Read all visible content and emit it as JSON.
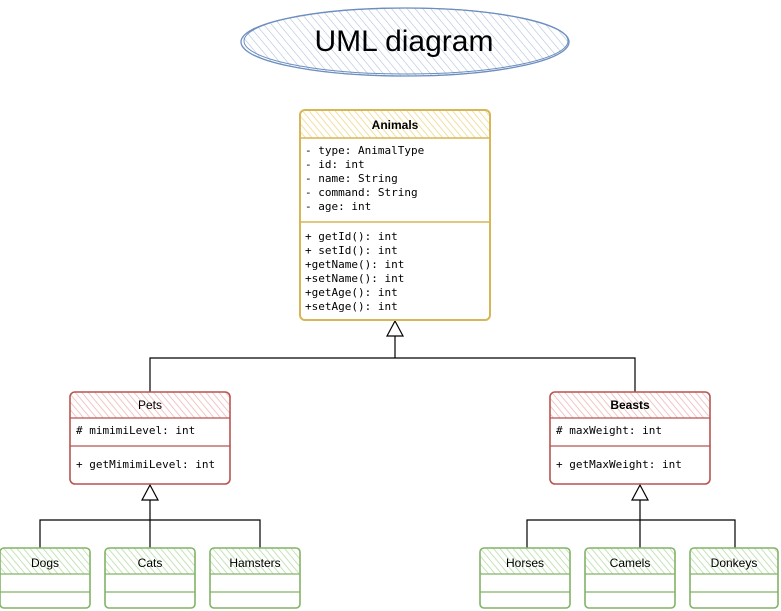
{
  "title": "UML diagram",
  "colors": {
    "title_stroke": "#6c8ebf",
    "title_fill": "#dae8fc",
    "animals_stroke": "#d6b656",
    "animals_fill": "#fff2cc",
    "pets_stroke": "#b85450",
    "pets_fill": "#f8cecc",
    "leaf_stroke": "#82b366",
    "leaf_fill": "#d5e8d4",
    "line": "#000000"
  },
  "classes": {
    "animals": {
      "name": "Animals",
      "attributes": [
        "- type: AnimalType",
        "- id: int",
        "- name: String",
        "- command: String",
        "- age: int"
      ],
      "methods": [
        "+ getId(): int",
        "+ setId(): int",
        "+getName(): int",
        "+setName(): int",
        "+getAge(): int",
        "+setAge(): int"
      ]
    },
    "pets": {
      "name": "Pets",
      "attributes": [
        "# mimimiLevel: int"
      ],
      "methods": [
        "+ getMimimiLevel: int"
      ]
    },
    "beasts": {
      "name": "Beasts",
      "attributes": [
        "# maxWeight: int"
      ],
      "methods": [
        "+ getMaxWeight: int"
      ]
    },
    "dogs": {
      "name": "Dogs"
    },
    "cats": {
      "name": "Cats"
    },
    "hamsters": {
      "name": "Hamsters"
    },
    "horses": {
      "name": "Horses"
    },
    "camels": {
      "name": "Camels"
    },
    "donkeys": {
      "name": "Donkeys"
    }
  }
}
